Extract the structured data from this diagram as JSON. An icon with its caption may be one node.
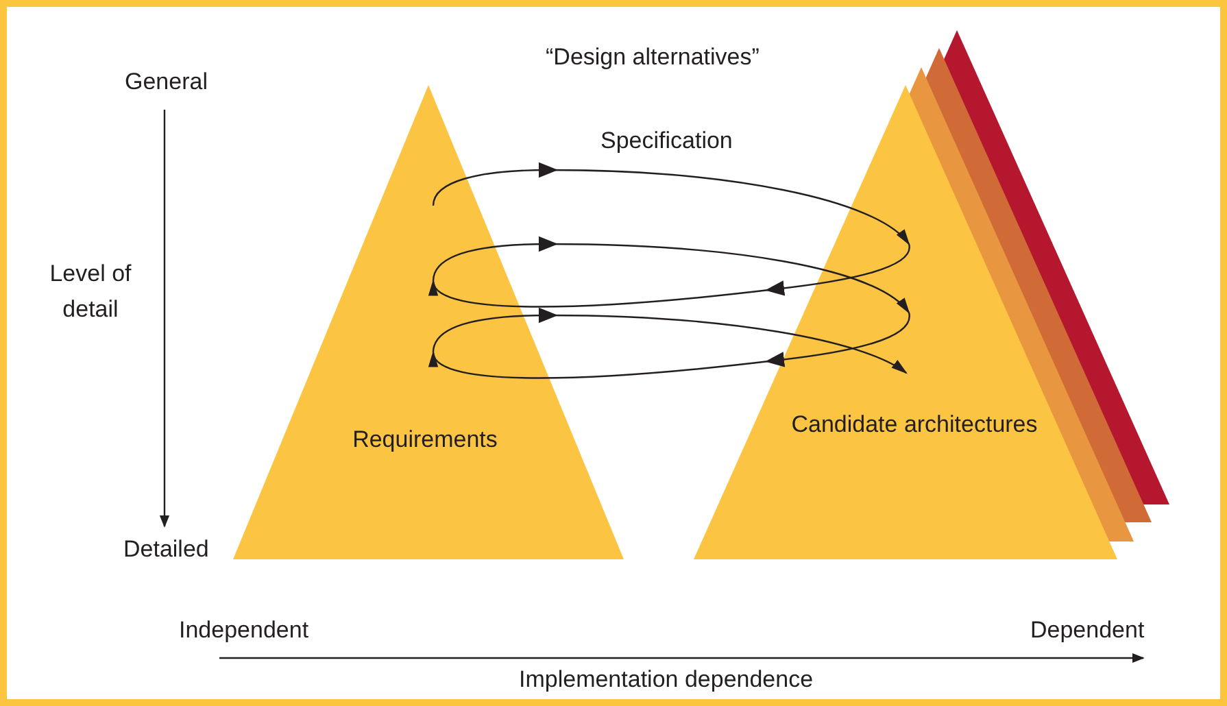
{
  "diagram": {
    "nodes": [
      {
        "text": [
          "Requirements"
        ]
      },
      {
        "text": [
          "Candidate architectures"
        ]
      }
    ],
    "edges": [
      {
        "from": 0,
        "to": 1,
        "arrow": "to"
      },
      {
        "from": 1,
        "to": 0,
        "arrow": "to"
      },
      {
        "from": 0,
        "to": 1,
        "arrow": "to"
      },
      {
        "from": 1,
        "to": 0,
        "arrow": "to"
      },
      {
        "from": 0,
        "to": 1,
        "arrow": "to"
      }
    ],
    "labels": [
      "“Design alternatives”",
      "General",
      "Specification",
      "Level of detail",
      "Detailed",
      "Independent",
      "Dependent",
      "Implementation dependence"
    ]
  }
}
